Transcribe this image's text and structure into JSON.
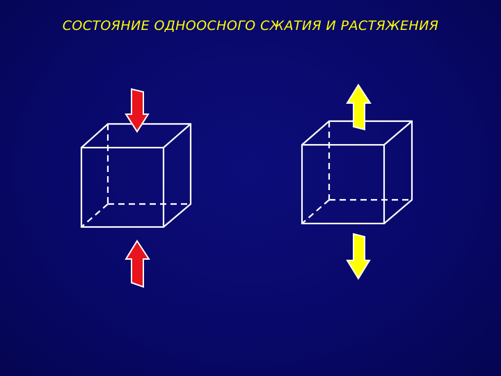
{
  "slide": {
    "title": "СОСТОЯНИЕ ОДНООСНОГО СЖАТИЯ И РАСТЯЖЕНИЯ"
  },
  "colors": {
    "background": "#08086a",
    "title": "#ffff00",
    "cube_edges": "#ffffff",
    "compression_arrow": "#e8141e",
    "tension_arrow": "#ffff00",
    "arrow_outline": "#ffffff"
  },
  "diagrams": [
    {
      "name": "compression-cube",
      "arrows": "inward"
    },
    {
      "name": "tension-cube",
      "arrows": "outward"
    }
  ]
}
